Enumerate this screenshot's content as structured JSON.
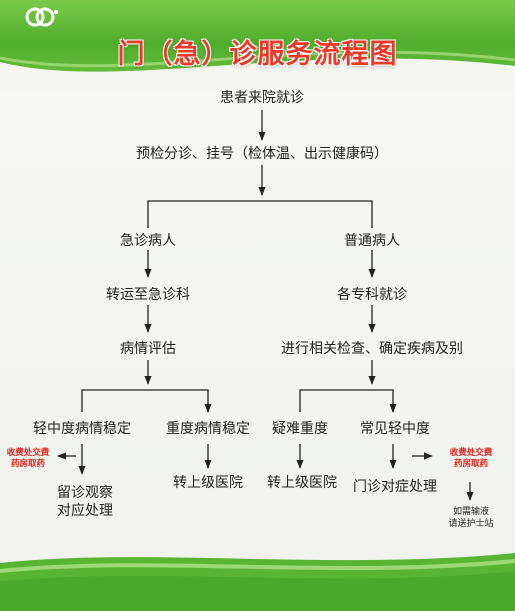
{
  "title": "门（急）诊服务流程图",
  "colors": {
    "header_green": "#4fae2c",
    "title_red": "#e53a2c",
    "note_red": "#e0221b",
    "line": "#222222"
  },
  "flow": {
    "arrival": "患者来院就诊",
    "triage": "预检分诊、挂号（检体温、出示健康码）",
    "emergency": {
      "label": "急诊病人",
      "transfer": "转运至急诊科",
      "assessment": "病情评估",
      "mild": "轻中度病情稳定",
      "severe": "重度病情稳定",
      "observation_line1": "留诊观察",
      "observation_line2": "对应处理",
      "severe_refer": "转上级医院",
      "payment_line1": "收费处交费",
      "payment_line2": "药房取药"
    },
    "general": {
      "label": "普通病人",
      "specialist": "各专科就诊",
      "exams": "进行相关检查、确定疾病及别",
      "difficult": "疑难重度",
      "common": "常见轻中度",
      "difficult_refer": "转上级医院",
      "outpatient": "门诊对症处理",
      "payment_line1": "收费处交费",
      "payment_line2": "药房取药",
      "infusion_line1": "如需输液",
      "infusion_line2": "请送护士站"
    }
  }
}
